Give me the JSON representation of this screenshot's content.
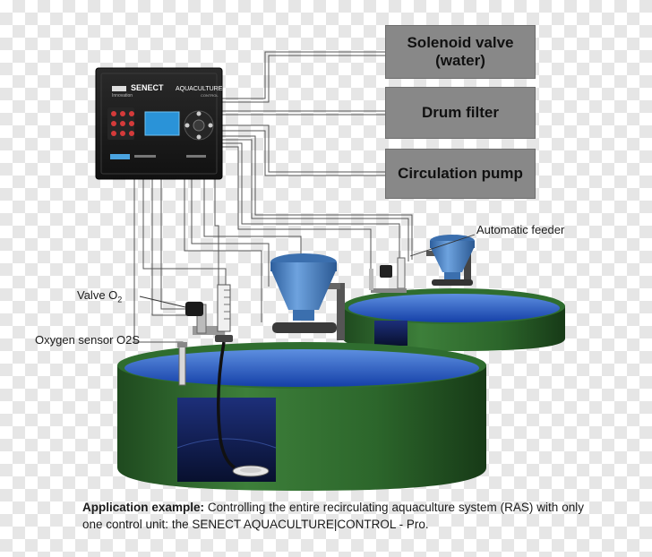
{
  "controller": {
    "brand": "SENECT",
    "brand_sub": "Innovation",
    "model": "AQUACULTURE",
    "model_sub": "CONTROL"
  },
  "devices": {
    "solenoid_line1": "Solenoid valve",
    "solenoid_line2": "(water)",
    "drum_filter": "Drum filter",
    "circulation_pump": "Circulation pump"
  },
  "labels": {
    "automatic_feeder": "Automatic feeder",
    "valve_o2": "Valve O",
    "valve_o2_sub": "2",
    "oxygen_sensor": "Oxygen sensor O2S"
  },
  "caption": {
    "bold": "Application example:",
    "text": " Controlling the entire recirculating aquaculture system (RAS) with only one control unit: the SENECT AQUACULTURE|CONTROL - Pro."
  },
  "colors": {
    "tank_green": "#2f6d2f",
    "water_blue": "#1e4fb8",
    "controller_black": "#1b1b1b",
    "device_box_grey": "#8a8a8a",
    "feeder_blue": "#4d86c9"
  }
}
